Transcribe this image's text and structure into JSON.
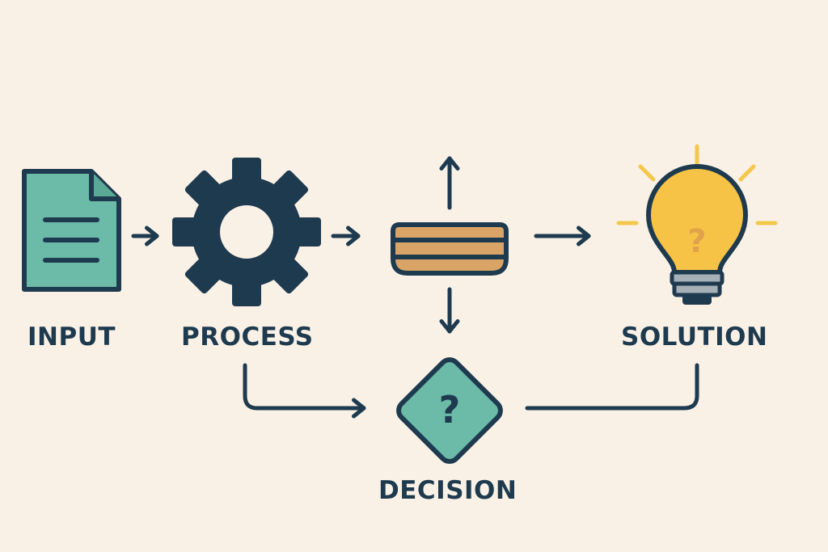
{
  "nodes": {
    "input": {
      "label": "INPUT",
      "icon": "document-icon"
    },
    "process": {
      "label": "PROCESS",
      "icon": "gear-icon"
    },
    "stack": {
      "label": "",
      "icon": "stacked-layers-icon"
    },
    "solution": {
      "label": "SOLUTION",
      "icon": "lightbulb-icon",
      "glyph": "?"
    },
    "decision": {
      "label": "DECISION",
      "icon": "diamond-question-icon",
      "glyph": "?"
    }
  },
  "colors": {
    "background": "#faf1e6",
    "stroke": "#1e3a4f",
    "teal": "#6cbaa8",
    "tan": "#d9a466",
    "bulb": "#f7c347",
    "rays": "#f3c84c"
  }
}
